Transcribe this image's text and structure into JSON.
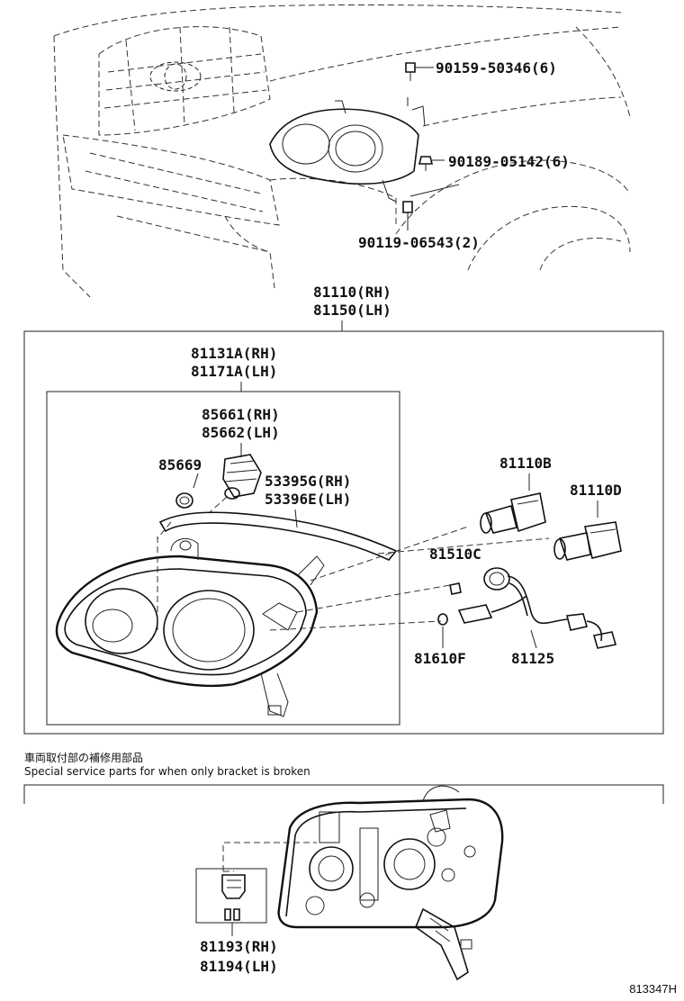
{
  "labels": {
    "bolt_1": "90159-50346(6)",
    "clip": "90189-05142(6)",
    "bolt_2": "90119-06543(2)",
    "headlamp_assy_rh": "81110(RH)",
    "headlamp_assy_lh": "81150(LH)",
    "unit_rh": "81131A(RH)",
    "unit_lh": "81171A(LH)",
    "cover_rh": "85661(RH)",
    "cover_lh": "85662(LH)",
    "gasket": "85669",
    "retainer_rh": "53395G(RH)",
    "retainer_lh": "53396E(LH)",
    "bulb_b": "81110B",
    "bulb_d": "81110D",
    "socket_c": "81510C",
    "socket_f": "81610F",
    "wire": "81125",
    "bracket_rh": "81193(RH)",
    "bracket_lh": "81194(LH)"
  },
  "notes": {
    "japanese": "車両取付部の補修用部品",
    "english": "Special service parts for when only bracket is broken"
  },
  "diagram_code": "813347H"
}
